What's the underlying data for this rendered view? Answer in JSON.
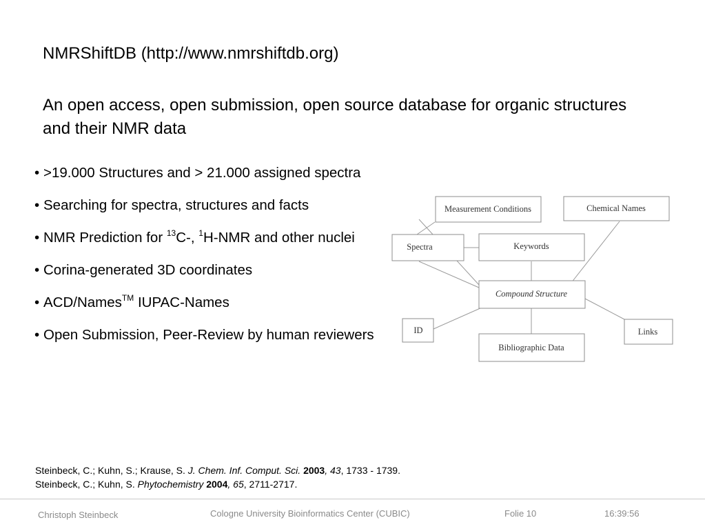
{
  "slide": {
    "title": "NMRShiftDB (http://www.nmrshiftdb.org)",
    "subtitle": "An open access, open submission, open source database for organic structures and their NMR data"
  },
  "bullets": [
    {
      "text": ">19.000 Structures and > 21.000 assigned spectra"
    },
    {
      "text": "Searching for spectra, structures and facts"
    },
    {
      "pre": "NMR Prediction for ",
      "sup1": "13",
      "mid": "C-, ",
      "sup2": "1",
      "post": "H-NMR and other nuclei"
    },
    {
      "text": "Corina-generated 3D coordinates"
    },
    {
      "pre": "ACD/Names",
      "sup": "TM",
      "post": " IUPAC-Names"
    },
    {
      "text": "Open Submission, Peer-Review by human reviewers"
    }
  ],
  "bullet_char": "•",
  "diagram": {
    "nodes": {
      "measurement_conditions": "Measurement Conditions",
      "chemical_names": "Chemical Names",
      "spectra": "Spectra",
      "keywords": "Keywords",
      "compound_structure": "Compound Structure",
      "id": "ID",
      "links": "Links",
      "bibliographic_data": "Bibliographic Data"
    }
  },
  "references": [
    {
      "authors": "Steinbeck, C.; Kuhn, S.; Krause, S. ",
      "journal": "J. Chem. Inf. Comput. Sci.",
      "year": "2003",
      "sep1": ",",
      "volume": "43",
      "pages": ", 1733 - 1739."
    },
    {
      "authors": "Steinbeck, C.; Kuhn, S.  ",
      "journal": "Phytochemistry",
      "year": "2004",
      "sep1": ",",
      "volume": "65",
      "pages": ", 2711-2717."
    }
  ],
  "footer": {
    "author": "Christoph Steinbeck",
    "center": "Cologne University Bioinformatics Center (CUBIC)",
    "folie": "Folie  10",
    "time": "16:39:56"
  }
}
